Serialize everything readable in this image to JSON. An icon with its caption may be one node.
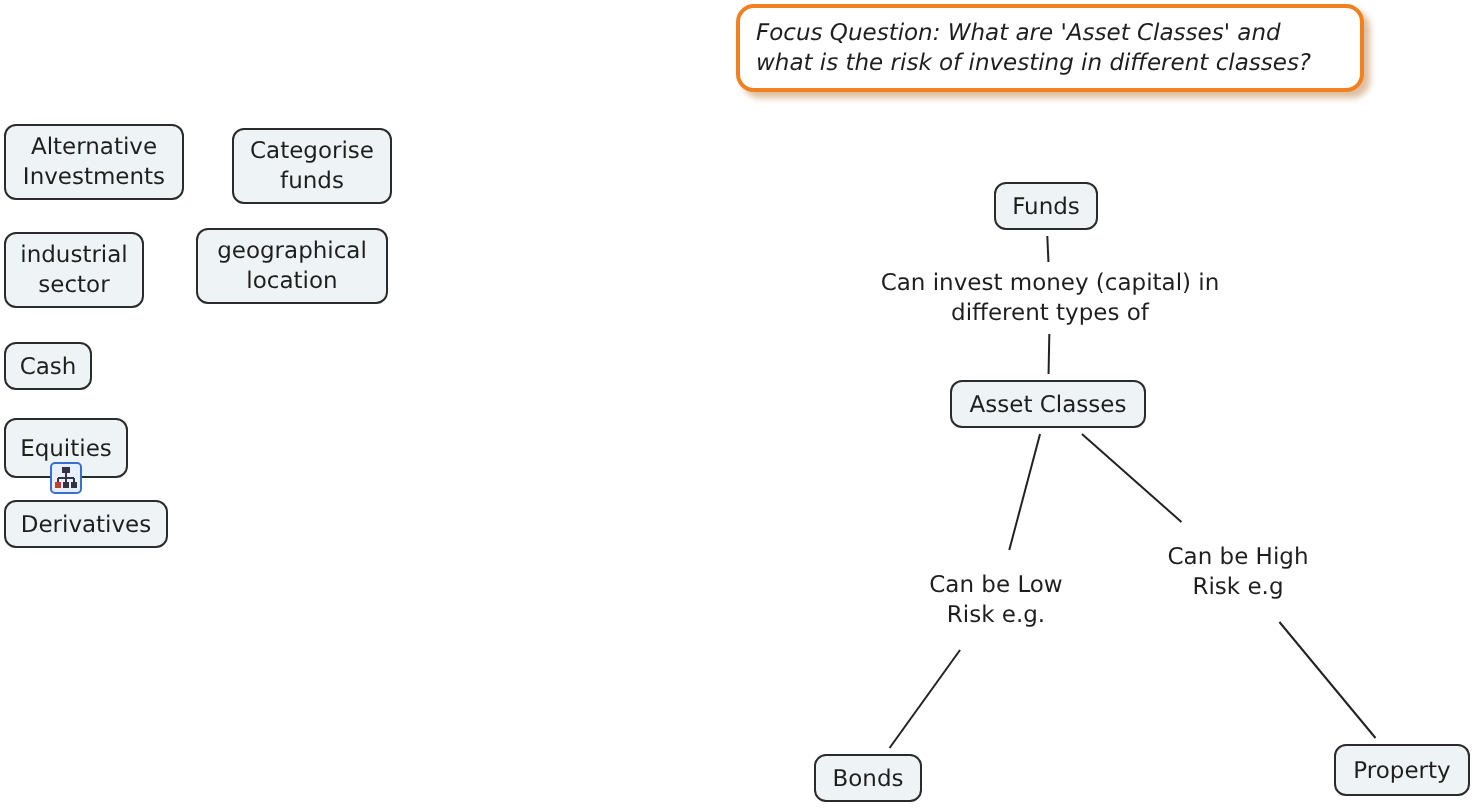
{
  "diagram": {
    "nodes": [
      {
        "text": [
          "Focus  Question:  What are 'Asset Classes' and what is the risk of investing in different classes?"
        ]
      },
      {
        "text": [
          "Alternative Investments"
        ]
      },
      {
        "text": [
          "Categorise funds"
        ]
      },
      {
        "text": [
          "industrial sector"
        ]
      },
      {
        "text": [
          "geographical location"
        ]
      },
      {
        "text": [
          "Cash"
        ]
      },
      {
        "text": [
          "Equities"
        ]
      },
      {
        "text": [
          "Derivatives"
        ]
      },
      {
        "text": [
          "Funds"
        ]
      },
      {
        "text": [
          "Can invest money (capital) in different types of"
        ]
      },
      {
        "text": [
          "Asset Classes"
        ]
      },
      {
        "text": [
          "Can be Low Risk e.g."
        ]
      },
      {
        "text": [
          "Can be High Risk e.g"
        ]
      },
      {
        "text": [
          "Bonds"
        ]
      },
      {
        "text": [
          "Property"
        ]
      }
    ],
    "edges": [
      {
        "from": 8,
        "to": 9,
        "arrow": "none"
      },
      {
        "from": 9,
        "to": 10,
        "arrow": "none"
      },
      {
        "from": 10,
        "to": 11,
        "arrow": "none"
      },
      {
        "from": 11,
        "to": 13,
        "arrow": "none"
      },
      {
        "from": 10,
        "to": 12,
        "arrow": "none"
      },
      {
        "from": 12,
        "to": 14,
        "arrow": "none"
      }
    ]
  }
}
